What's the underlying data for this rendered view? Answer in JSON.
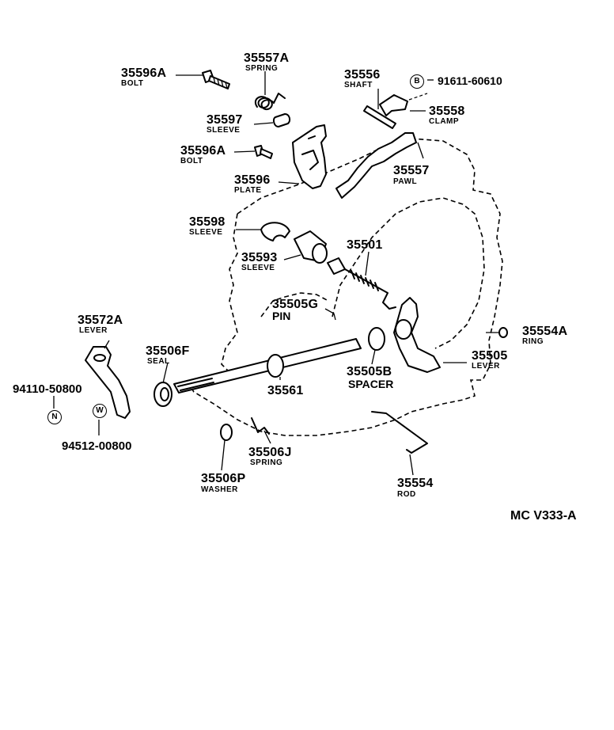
{
  "diagram_code": "MC  V333-A",
  "parts": [
    {
      "number": "35596A",
      "name": "BOLT"
    },
    {
      "number": "35557A",
      "name": "SPRING"
    },
    {
      "number": "35556",
      "name": "SHAFT"
    },
    {
      "number": "91611-60610",
      "badge": "B"
    },
    {
      "number": "35558",
      "name": "CLAMP"
    },
    {
      "number": "35597",
      "name": "SLEEVE"
    },
    {
      "number": "35596A",
      "name": "BOLT"
    },
    {
      "number": "35557",
      "name": "PAWL"
    },
    {
      "number": "35596",
      "name": "PLATE"
    },
    {
      "number": "35598",
      "name": "SLEEVE"
    },
    {
      "number": "35501",
      "name": ""
    },
    {
      "number": "35593",
      "name": "SLEEVE"
    },
    {
      "number": "35505G",
      "name": "PIN"
    },
    {
      "number": "35572A",
      "name": "LEVER"
    },
    {
      "number": "35554A",
      "name": "RING"
    },
    {
      "number": "35506F",
      "name": "SEAL"
    },
    {
      "number": "35505",
      "name": "LEVER"
    },
    {
      "number": "35505B",
      "name": "SPACER"
    },
    {
      "number": "35561",
      "name": ""
    },
    {
      "number": "94110-50800",
      "badge": "N"
    },
    {
      "number": "94512-00800",
      "badge": "W"
    },
    {
      "number": "35506J",
      "name": "SPRING"
    },
    {
      "number": "35506P",
      "name": "WASHER"
    },
    {
      "number": "35554",
      "name": "ROD"
    }
  ]
}
